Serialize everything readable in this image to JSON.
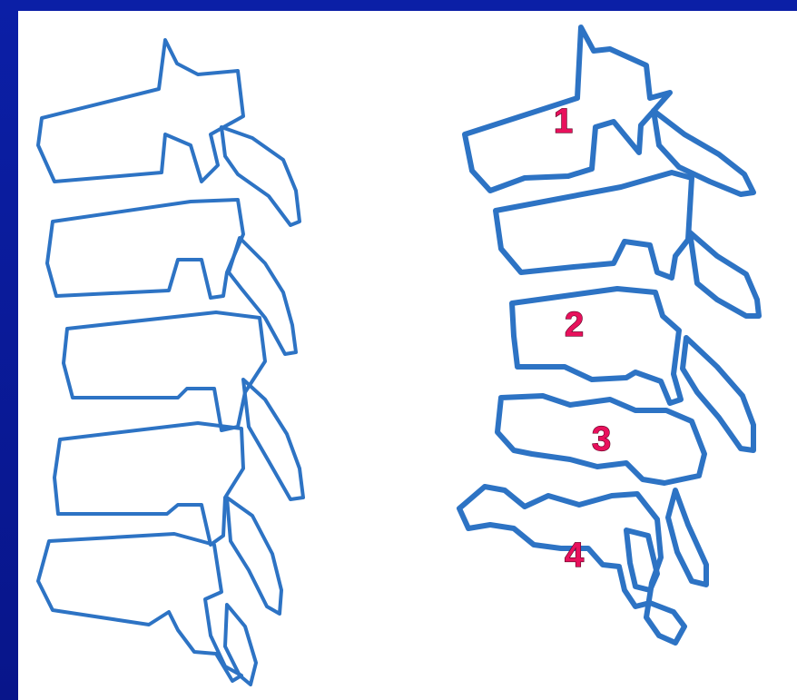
{
  "labels": {
    "n1": "1",
    "n2": "2",
    "n3": "3",
    "n4": "4"
  },
  "colors": {
    "outline": "#2d73c4",
    "label": "#e8115c",
    "border": "#0b1fa6"
  }
}
